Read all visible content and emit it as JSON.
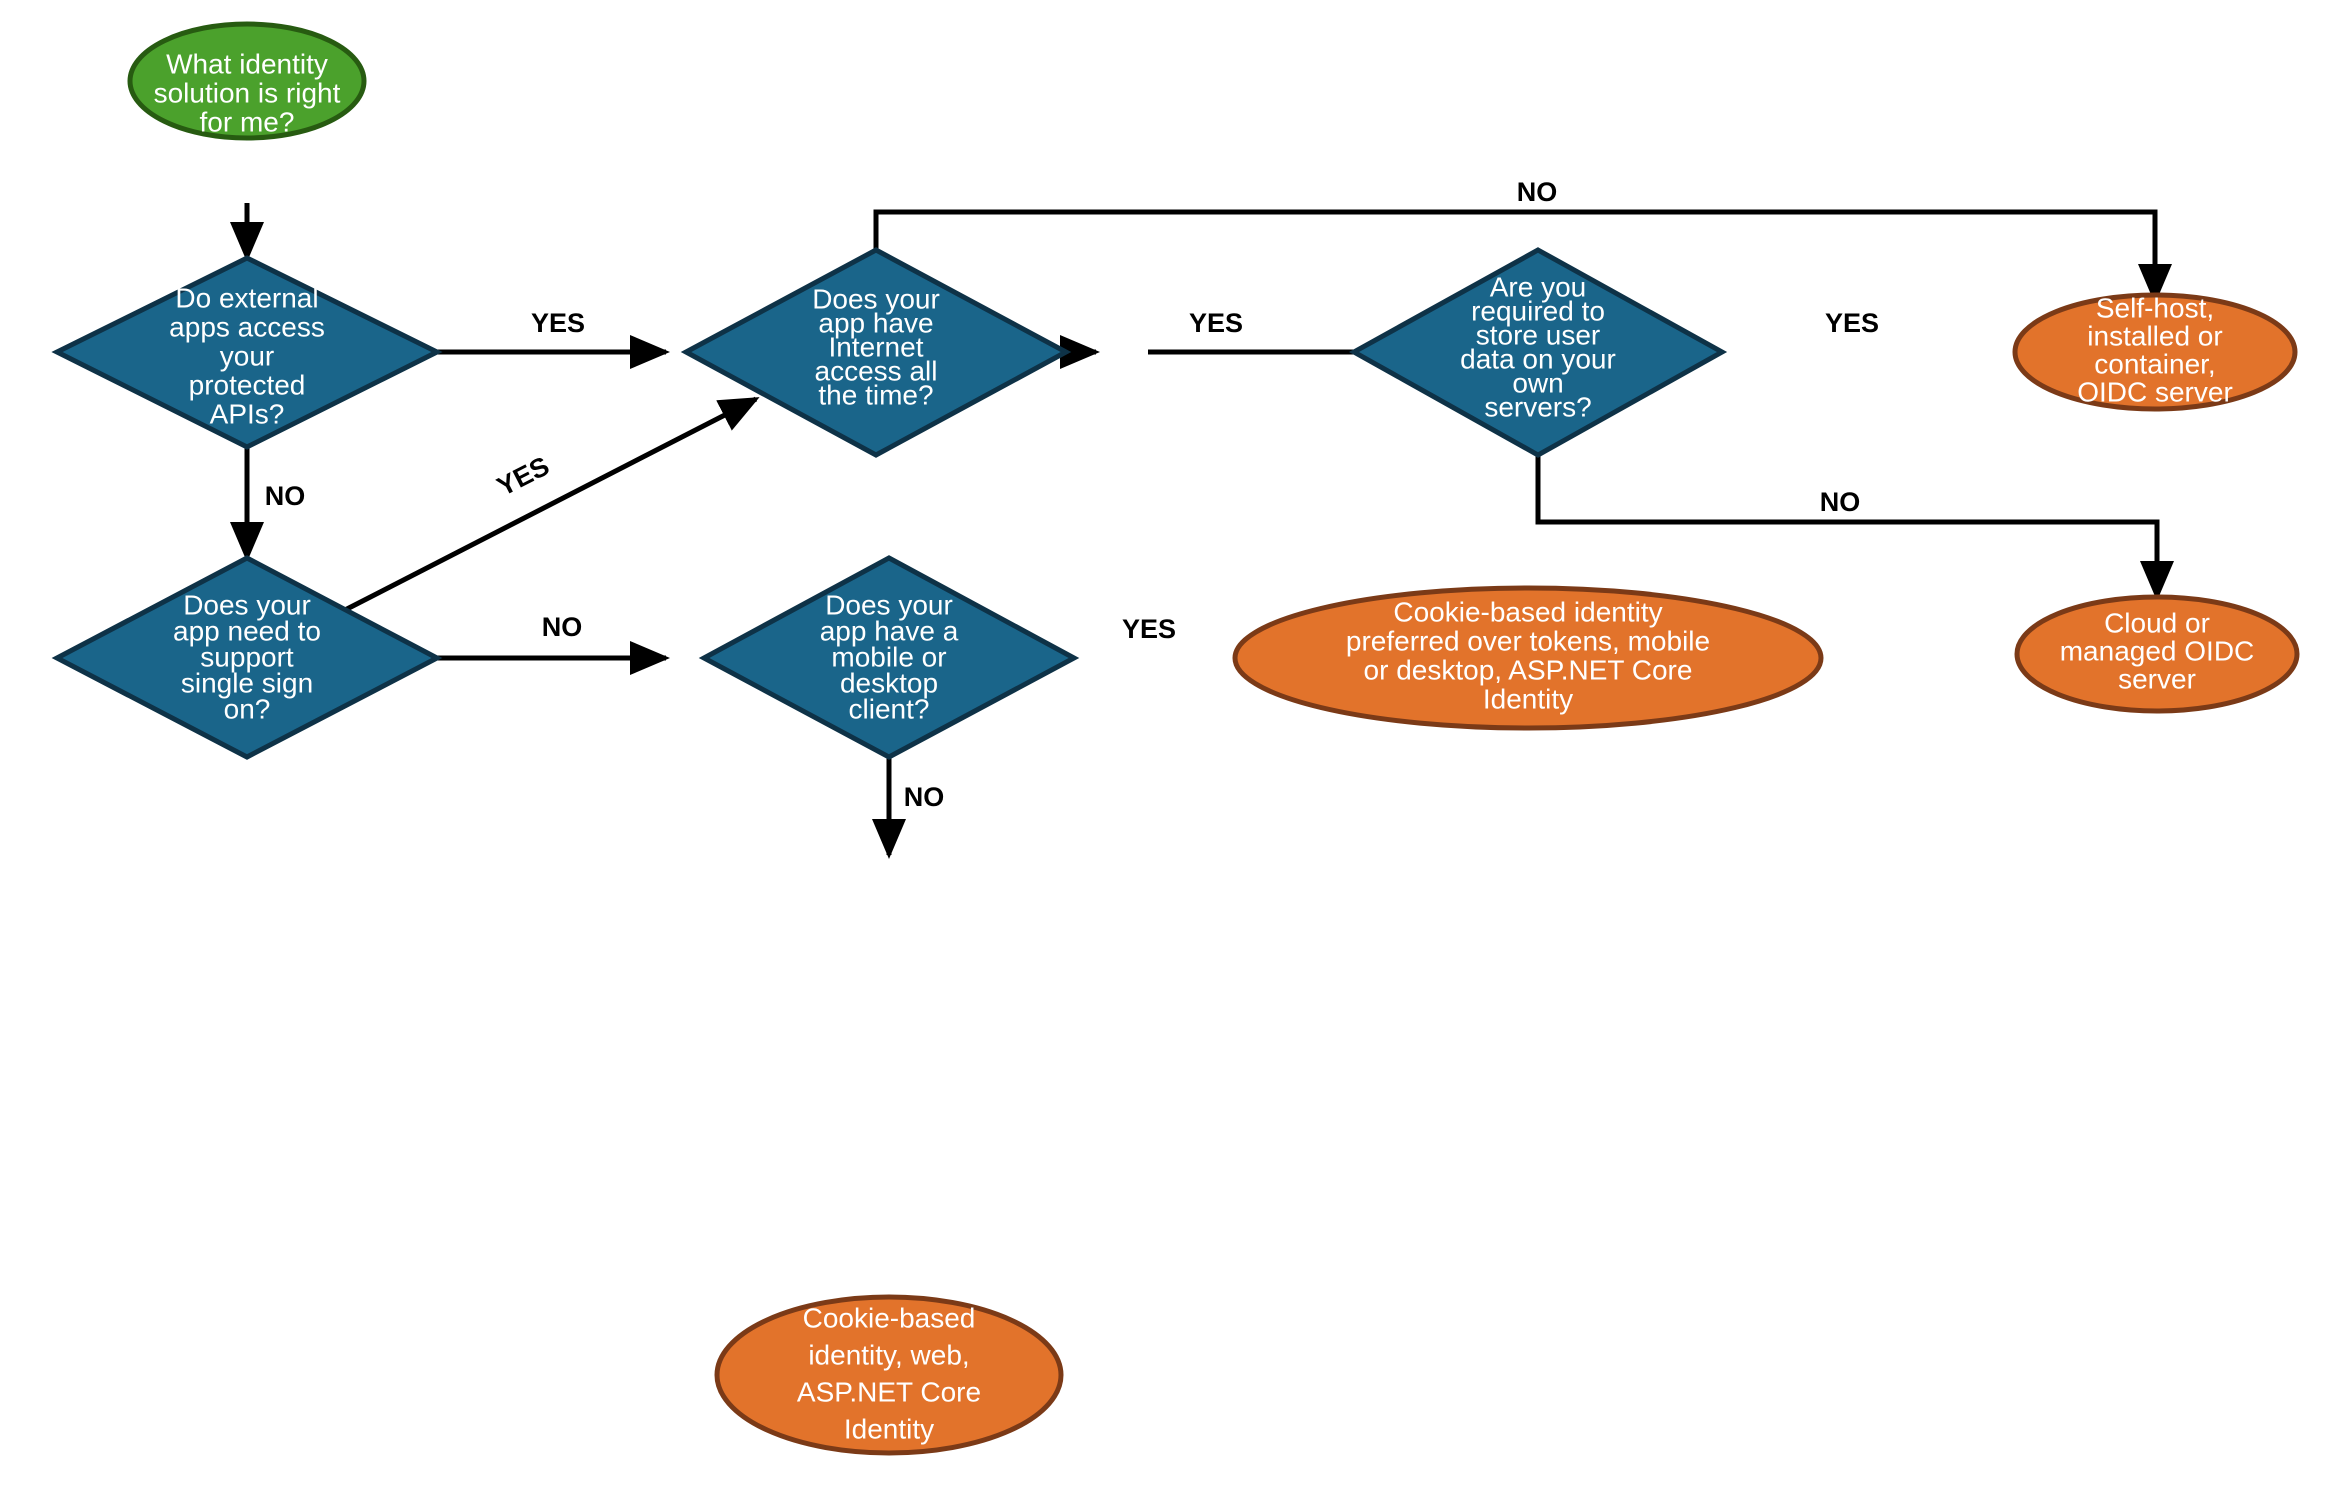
{
  "diagram": {
    "title": "Identity solution decision flowchart",
    "background_color": "#FFFFFF",
    "colors": {
      "start_fill": "#4BA12C",
      "start_stroke": "#275B11",
      "decision_fill": "#1A658A",
      "decision_stroke": "#0E3247",
      "terminal_fill": "#E2732B",
      "terminal_stroke": "#7B3A17",
      "edge": "#000000",
      "node_text": "#FFFFFF",
      "edge_text": "#000000"
    }
  },
  "nodes": {
    "start": {
      "shape": "ellipse",
      "lines": [
        "What identity",
        "solution is right",
        "for me?"
      ]
    },
    "d_external_apis": {
      "shape": "diamond",
      "lines": [
        "Do external",
        "apps access",
        "your",
        "protected",
        "APIs?"
      ]
    },
    "d_internet": {
      "shape": "diamond",
      "lines": [
        "Does your",
        "app have",
        "Internet",
        "access all",
        "the time?"
      ]
    },
    "d_store_user_data": {
      "shape": "diamond",
      "lines": [
        "Are you",
        "required to",
        "store user",
        "data on your",
        "own",
        "servers?"
      ]
    },
    "d_sso": {
      "shape": "diamond",
      "lines": [
        "Does your",
        "app need to",
        "support",
        "single sign",
        "on?"
      ]
    },
    "d_mobile_desktop": {
      "shape": "diamond",
      "lines": [
        "Does your",
        "app have a",
        "mobile or",
        "desktop",
        "client?"
      ]
    },
    "t_self_host": {
      "shape": "ellipse",
      "lines": [
        "Self-host,",
        "installed or",
        "container,",
        "OIDC server"
      ]
    },
    "t_cloud_managed": {
      "shape": "ellipse",
      "lines": [
        "Cloud or",
        "managed OIDC",
        "server"
      ]
    },
    "t_cookie_mobile": {
      "shape": "ellipse",
      "lines": [
        "Cookie-based identity",
        "preferred over tokens, mobile",
        "or desktop, ASP.NET Core",
        "Identity"
      ]
    },
    "t_cookie_web": {
      "shape": "ellipse",
      "lines": [
        "Cookie-based",
        "identity, web,",
        "ASP.NET Core",
        "Identity"
      ]
    }
  },
  "edges": [
    {
      "id": "start-to-external",
      "from": "start",
      "to": "d_external_apis",
      "label": ""
    },
    {
      "id": "external-yes-internet",
      "from": "d_external_apis",
      "to": "d_internet",
      "label": "YES"
    },
    {
      "id": "external-no-sso",
      "from": "d_external_apis",
      "to": "d_sso",
      "label": "NO"
    },
    {
      "id": "sso-yes-internet",
      "from": "d_sso",
      "to": "d_internet",
      "label": "YES"
    },
    {
      "id": "sso-no-mobile",
      "from": "d_sso",
      "to": "d_mobile_desktop",
      "label": "NO"
    },
    {
      "id": "internet-yes-store",
      "from": "d_internet",
      "to": "d_store_user_data",
      "label": "YES"
    },
    {
      "id": "internet-no-selfhost",
      "from": "d_internet",
      "to": "t_self_host",
      "label": "NO"
    },
    {
      "id": "store-yes-selfhost",
      "from": "d_store_user_data",
      "to": "t_self_host",
      "label": "YES"
    },
    {
      "id": "store-no-cloud",
      "from": "d_store_user_data",
      "to": "t_cloud_managed",
      "label": "NO"
    },
    {
      "id": "mobile-yes-cookie",
      "from": "d_mobile_desktop",
      "to": "t_cookie_mobile",
      "label": "YES"
    },
    {
      "id": "mobile-no-cookieweb",
      "from": "d_mobile_desktop",
      "to": "t_cookie_web",
      "label": "NO"
    }
  ],
  "edge_labels": {
    "external_yes": "YES",
    "external_no": "NO",
    "sso_yes": "YES",
    "sso_no": "NO",
    "internet_yes": "YES",
    "internet_no": "NO",
    "store_yes": "YES",
    "store_no": "NO",
    "mobile_yes": "YES",
    "mobile_no": "NO"
  }
}
